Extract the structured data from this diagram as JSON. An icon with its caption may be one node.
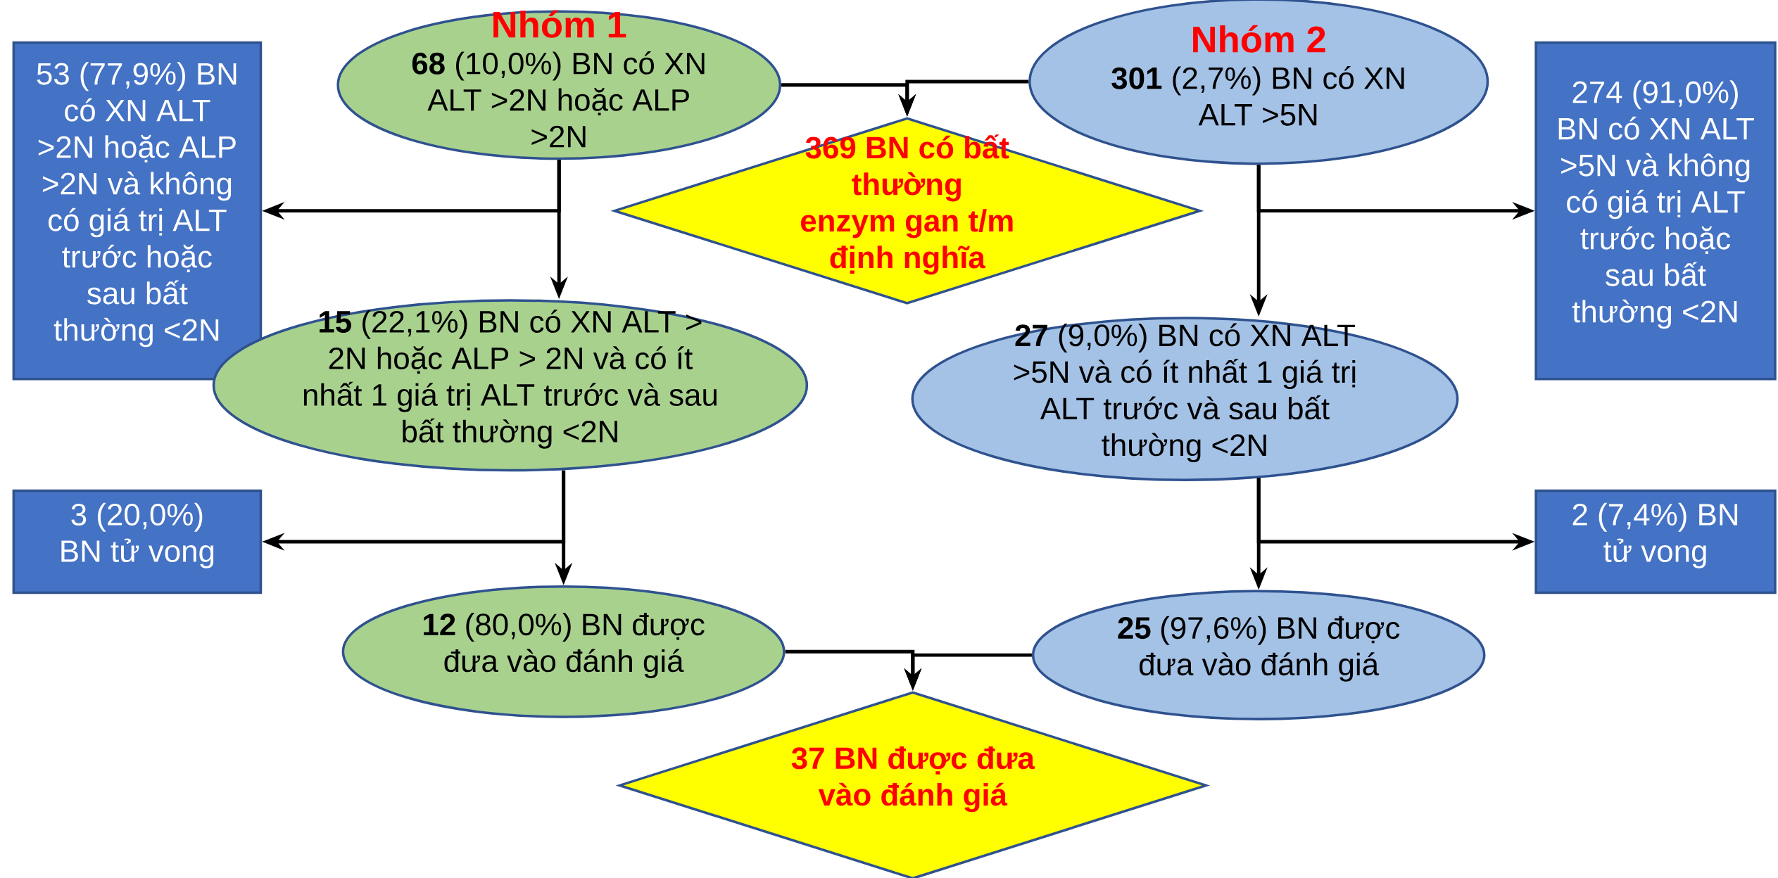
{
  "diagram": {
    "nodes": [
      {
        "text": [
          "53 (77,9%) BN có XN ALT >2N hoặc ALP >2N và không có giá trị ALT trước hoặc sau bất thường <2N"
        ]
      },
      {
        "text": [
          "Nhóm 1",
          "**68** (10,0%) BN có XN ALT >2N hoặc ALP >2N"
        ]
      },
      {
        "text": [
          "369 BN có bất thường enzym gan t/m định nghĩa"
        ]
      },
      {
        "text": [
          "Nhóm 2",
          "**301** (2,7%) BN có XN ALT >5N"
        ]
      },
      {
        "text": [
          "274 (91,0%) BN có XN ALT >5N và không có giá trị ALT trước hoặc sau bất thường <2N"
        ]
      },
      {
        "text": [
          "**15** (22,1%) BN có XN ALT > 2N hoặc ALP > 2N và có ít nhất 1 giá trị ALT trước và sau bất thường <2N"
        ]
      },
      {
        "text": [
          "**27** (9,0%) BN có XN ALT >5N và có ít nhất 1 giá trị ALT trước và sau bất thường <2N"
        ]
      },
      {
        "text": [
          "3 (20,0%) BN tử vong"
        ]
      },
      {
        "text": [
          "2 (7,4%) BN tử vong"
        ]
      },
      {
        "text": [
          "**12** (80,0%) BN được đưa vào đánh giá"
        ]
      },
      {
        "text": [
          "**25** (97,6%) BN được đưa vào đánh giá"
        ]
      },
      {
        "text": [
          "37 BN được đưa vào đánh giá"
        ]
      }
    ],
    "edges": [
      {
        "from": 1,
        "to": 2,
        "arrow": "to"
      },
      {
        "from": 3,
        "to": 2,
        "arrow": "to"
      },
      {
        "from": 1,
        "to": 0,
        "arrow": "to"
      },
      {
        "from": 1,
        "to": 5,
        "arrow": "to"
      },
      {
        "from": 3,
        "to": 4,
        "arrow": "to"
      },
      {
        "from": 3,
        "to": 6,
        "arrow": "to"
      },
      {
        "from": 5,
        "to": 7,
        "arrow": "to"
      },
      {
        "from": 5,
        "to": 9,
        "arrow": "to"
      },
      {
        "from": 6,
        "to": 8,
        "arrow": "to"
      },
      {
        "from": 6,
        "to": 10,
        "arrow": "to"
      },
      {
        "from": 9,
        "to": 11,
        "arrow": "to"
      },
      {
        "from": 10,
        "to": 11,
        "arrow": "to"
      }
    ]
  }
}
